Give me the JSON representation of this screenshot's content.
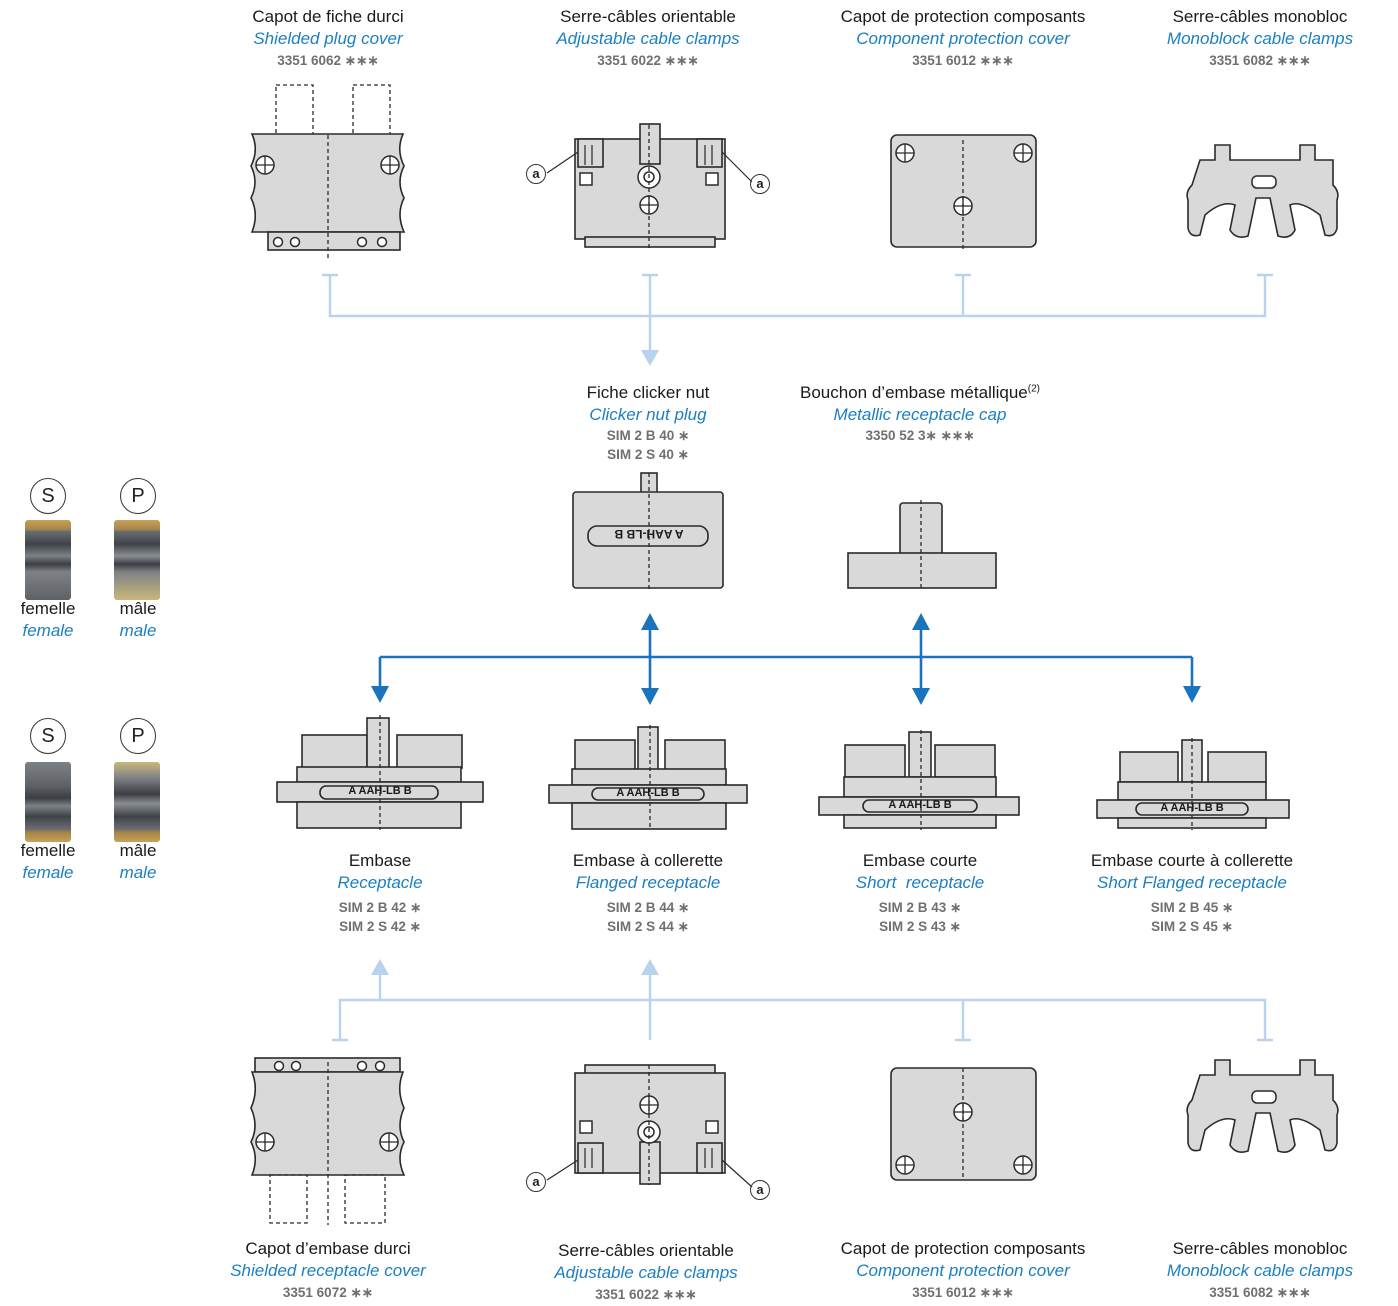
{
  "top": [
    {
      "fr": "Capot de fiche durci",
      "en": "Shielded plug cover",
      "ref": "3351 6062 ∗∗∗"
    },
    {
      "fr": "Serre-câbles orientable",
      "en": "Adjustable cable clamps",
      "ref": "3351 6022 ∗∗∗"
    },
    {
      "fr": "Capot de protection composants",
      "en": "Component protection cover",
      "ref": "3351 6012 ∗∗∗"
    },
    {
      "fr": "Serre-câbles monobloc",
      "en": "Monoblock cable clamps",
      "ref": "3351 6082 ∗∗∗"
    }
  ],
  "middle": [
    {
      "fr": "Fiche clicker nut",
      "en": "Clicker nut plug",
      "ref1": "SIM 2 B 40 ∗",
      "ref2": "SIM 2 S 40 ∗"
    },
    {
      "fr": "Bouchon d’embase métallique",
      "sup": "(2)",
      "en": "Metallic receptacle cap",
      "ref1": "3350 52 3∗ ∗∗∗"
    }
  ],
  "receptacles": [
    {
      "fr": "Embase",
      "en": "Receptacle",
      "ref1": "SIM 2 B 42 ∗",
      "ref2": "SIM 2 S 42 ∗"
    },
    {
      "fr": "Embase à collerette",
      "en": "Flanged receptacle",
      "ref1": "SIM 2 B 44 ∗",
      "ref2": "SIM 2 S 44 ∗"
    },
    {
      "fr": "Embase courte",
      "en": "Short  receptacle",
      "ref1": "SIM 2 B 43 ∗",
      "ref2": "SIM 2 S 43 ∗"
    },
    {
      "fr": "Embase courte à collerette",
      "en": "Short Flanged receptacle",
      "ref1": "SIM 2 B 45 ∗",
      "ref2": "SIM 2 S 45 ∗"
    }
  ],
  "bottom": [
    {
      "fr": "Capot d’embase durci",
      "en": "Shielded receptacle cover",
      "ref": "3351 6072 ∗∗"
    },
    {
      "fr": "Serre-câbles orientable",
      "en": "Adjustable cable clamps",
      "ref": "3351 6022 ∗∗∗"
    },
    {
      "fr": "Capot de protection composants",
      "en": "Component protection cover",
      "ref": "3351 6012 ∗∗∗"
    },
    {
      "fr": "Serre-câbles monobloc",
      "en": "Monoblock cable clamps",
      "ref": "3351 6082 ∗∗∗"
    }
  ],
  "legend": {
    "s": "S",
    "p": "P",
    "female_fr": "femelle",
    "female_en": "female",
    "male_fr": "mâle",
    "male_en": "male"
  },
  "callout": "a",
  "insert_marking": "A   AAH-LB   B",
  "colors": {
    "accent": "#1b7fc2",
    "line_light": "#b9d3ee",
    "line_dark": "#1a73bd",
    "part_fill": "#d9d9d9"
  }
}
